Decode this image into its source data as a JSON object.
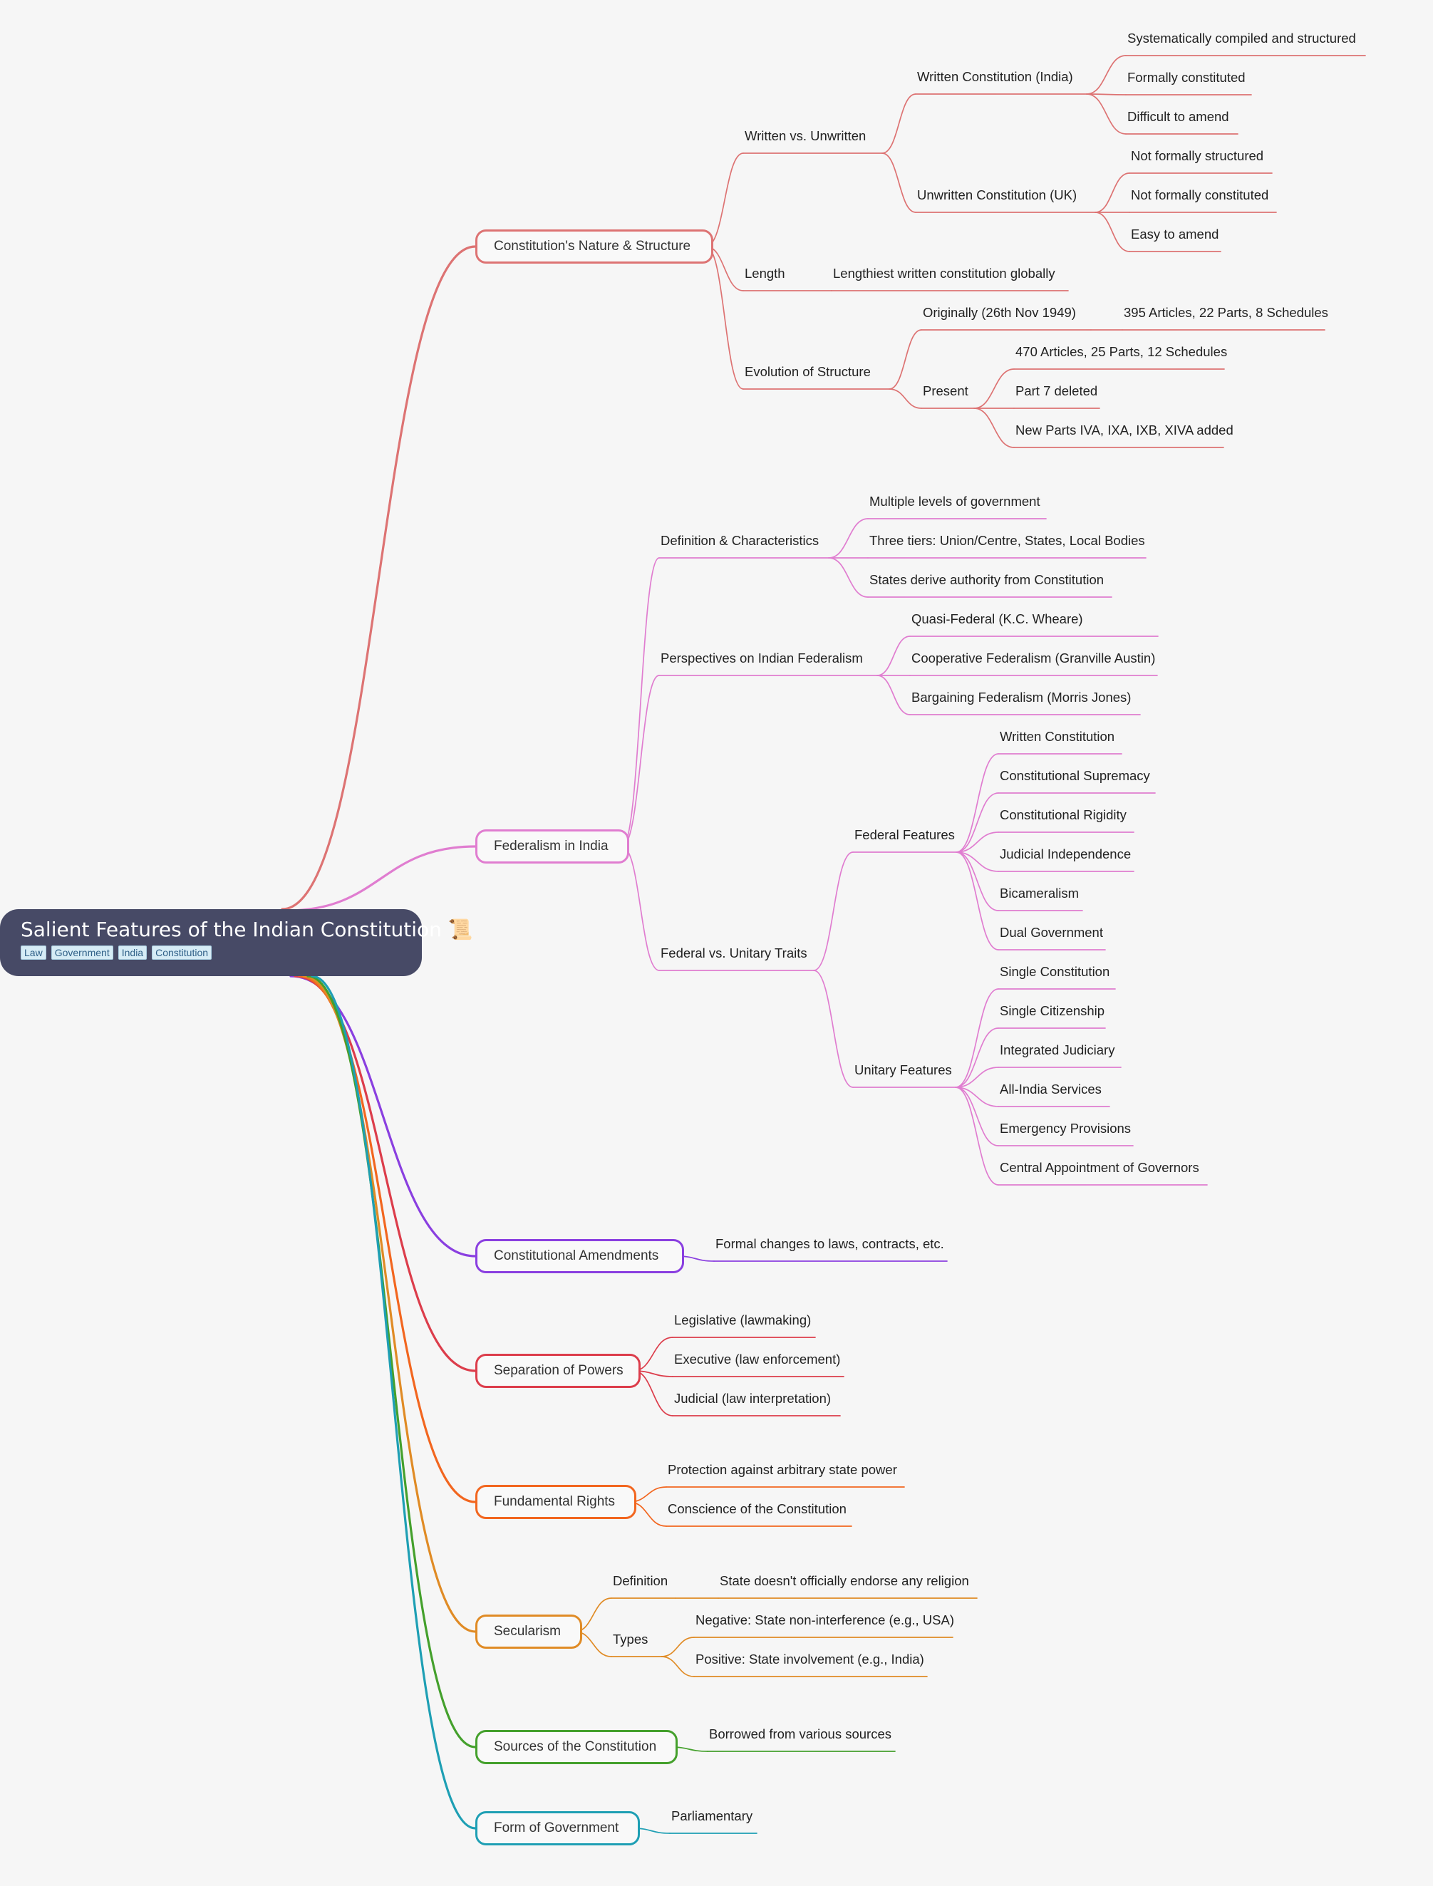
{
  "root": {
    "title": "Salient Features of the Indian Constitution 📜",
    "tags": [
      "Law",
      "Government",
      "India",
      "Constitution"
    ]
  },
  "branches": [
    {
      "label": "Constitution's Nature & Structure",
      "color": "#dd7373",
      "children": [
        {
          "label": "Written vs. Unwritten",
          "children": [
            {
              "label": "Written Constitution (India)",
              "children": [
                {
                  "label": "Systematically compiled and structured"
                },
                {
                  "label": "Formally constituted"
                },
                {
                  "label": "Difficult to amend"
                }
              ]
            },
            {
              "label": "Unwritten Constitution (UK)",
              "children": [
                {
                  "label": "Not formally structured"
                },
                {
                  "label": "Not formally constituted"
                },
                {
                  "label": "Easy to amend"
                }
              ]
            }
          ]
        },
        {
          "label": "Length",
          "children": [
            {
              "label": "Lengthiest written constitution globally"
            }
          ]
        },
        {
          "label": "Evolution of Structure",
          "children": [
            {
              "label": "Originally (26th Nov 1949)",
              "children": [
                {
                  "label": "395 Articles, 22 Parts, 8 Schedules"
                }
              ]
            },
            {
              "label": "Present",
              "children": [
                {
                  "label": "470 Articles, 25 Parts, 12 Schedules"
                },
                {
                  "label": "Part 7 deleted"
                },
                {
                  "label": "New Parts IVA, IXA, IXB, XIVA added"
                }
              ]
            }
          ]
        }
      ]
    },
    {
      "label": "Federalism in India",
      "color": "#e07dd0",
      "children": [
        {
          "label": "Definition & Characteristics",
          "children": [
            {
              "label": "Multiple levels of government"
            },
            {
              "label": "Three tiers: Union/Centre, States, Local Bodies"
            },
            {
              "label": "States derive authority from Constitution"
            }
          ]
        },
        {
          "label": "Perspectives on Indian Federalism",
          "children": [
            {
              "label": "Quasi-Federal (K.C. Wheare)"
            },
            {
              "label": "Cooperative Federalism (Granville Austin)"
            },
            {
              "label": "Bargaining Federalism (Morris Jones)"
            }
          ]
        },
        {
          "label": "Federal vs. Unitary Traits",
          "children": [
            {
              "label": "Federal Features",
              "children": [
                {
                  "label": "Written Constitution"
                },
                {
                  "label": "Constitutional Supremacy"
                },
                {
                  "label": "Constitutional Rigidity"
                },
                {
                  "label": "Judicial Independence"
                },
                {
                  "label": "Bicameralism"
                },
                {
                  "label": "Dual Government"
                }
              ]
            },
            {
              "label": "Unitary Features",
              "children": [
                {
                  "label": "Single Constitution"
                },
                {
                  "label": "Single Citizenship"
                },
                {
                  "label": "Integrated Judiciary"
                },
                {
                  "label": "All-India Services"
                },
                {
                  "label": "Emergency Provisions"
                },
                {
                  "label": "Central Appointment of Governors"
                }
              ]
            }
          ]
        }
      ]
    },
    {
      "label": "Constitutional Amendments",
      "color": "#8a3fe0",
      "children": [
        {
          "label": "Formal changes to laws, contracts, etc."
        }
      ]
    },
    {
      "label": "Separation of Powers",
      "color": "#dc3d4b",
      "children": [
        {
          "label": "Legislative (lawmaking)"
        },
        {
          "label": "Executive (law enforcement)"
        },
        {
          "label": "Judicial (law interpretation)"
        }
      ]
    },
    {
      "label": "Fundamental Rights",
      "color": "#f2661f",
      "children": [
        {
          "label": "Protection against arbitrary state power"
        },
        {
          "label": "Conscience of the Constitution"
        }
      ]
    },
    {
      "label": "Secularism",
      "color": "#e08b25",
      "children": [
        {
          "label": "Definition",
          "children": [
            {
              "label": "State doesn't officially endorse any religion"
            }
          ]
        },
        {
          "label": "Types",
          "children": [
            {
              "label": "Negative: State non-interference (e.g., USA)"
            },
            {
              "label": "Positive: State involvement (e.g., India)"
            }
          ]
        }
      ]
    },
    {
      "label": "Sources of the Constitution",
      "color": "#44a02c",
      "children": [
        {
          "label": "Borrowed from various sources"
        }
      ]
    },
    {
      "label": "Form of Government",
      "color": "#1e9fb4",
      "children": [
        {
          "label": "Parliamentary"
        }
      ]
    }
  ]
}
